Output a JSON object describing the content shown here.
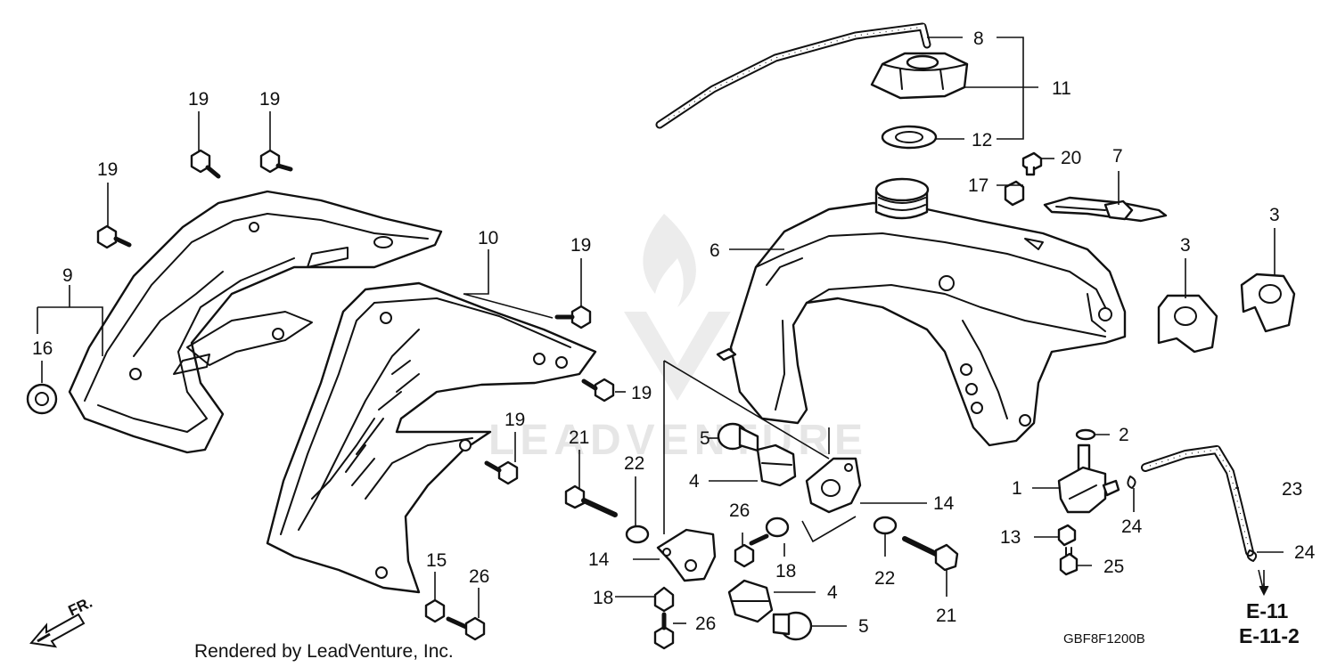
{
  "diagram": {
    "credit": "Rendered by LeadVenture, Inc.",
    "watermark": "LEADVENTURE",
    "diagram_code": "GBF8F1200B",
    "direction_label": "FR.",
    "references": [
      "E-11",
      "E-11-2"
    ],
    "callouts": {
      "c1": "1",
      "c2": "2",
      "c3a": "3",
      "c3b": "3",
      "c4a": "4",
      "c4b": "4",
      "c5a": "5",
      "c5b": "5",
      "c6": "6",
      "c7": "7",
      "c8": "8",
      "c9": "9",
      "c10": "10",
      "c11": "11",
      "c12": "12",
      "c13": "13",
      "c14a": "14",
      "c14b": "14",
      "c15": "15",
      "c16": "16",
      "c17": "17",
      "c18a": "18",
      "c18b": "18",
      "c19a": "19",
      "c19b": "19",
      "c19c": "19",
      "c19d": "19",
      "c19e": "19",
      "c19f": "19",
      "c20": "20",
      "c21a": "21",
      "c21b": "21",
      "c22a": "22",
      "c22b": "22",
      "c23": "23",
      "c24a": "24",
      "c24b": "24",
      "c25": "25",
      "c26a": "26",
      "c26b": "26",
      "c26c": "26"
    },
    "colors": {
      "line": "#111111",
      "background": "#ffffff",
      "watermark": "#c9c9c9"
    }
  }
}
